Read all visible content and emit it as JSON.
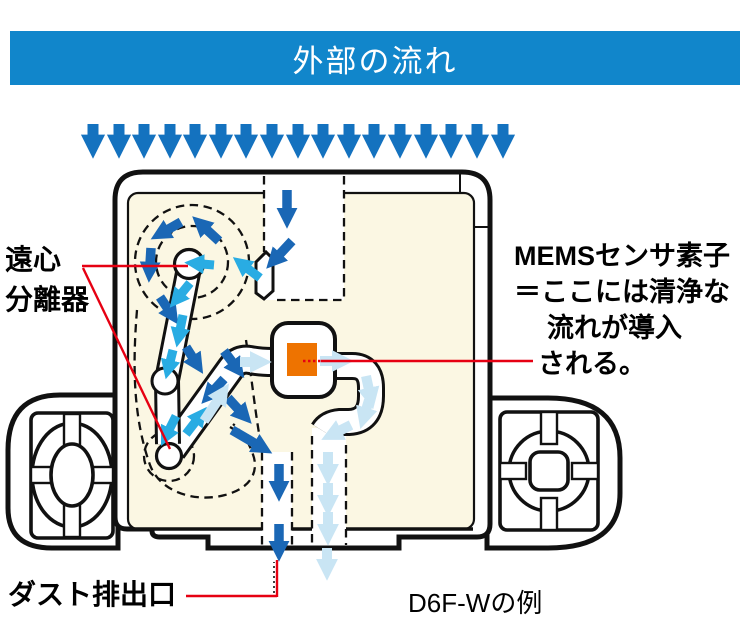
{
  "header": {
    "title": "外部の流れ",
    "bg_color": "#1186CB",
    "text_color": "#FFFFFF"
  },
  "labels": {
    "separator_line1": "遠心",
    "separator_line2": "分離器",
    "mems_line1": "MEMSセンサ素子",
    "mems_line2": "＝ここには清浄な",
    "mems_line3": "流れが導入",
    "mems_line4": "される。",
    "dust_outlet": "ダスト排出口",
    "model_caption": "D6F-Wの例"
  },
  "colors": {
    "external_flow_arrow": "#1472BF",
    "dust_flow_arrow": "#1A67B5",
    "separating_flow_arrow": "#29ACE3",
    "clean_flow_arrow": "#C9E5F4",
    "device_interior": "#FBF7E3",
    "outline": "#111111",
    "leader_line": "#E60012",
    "sensor_element": "#EE7300"
  }
}
